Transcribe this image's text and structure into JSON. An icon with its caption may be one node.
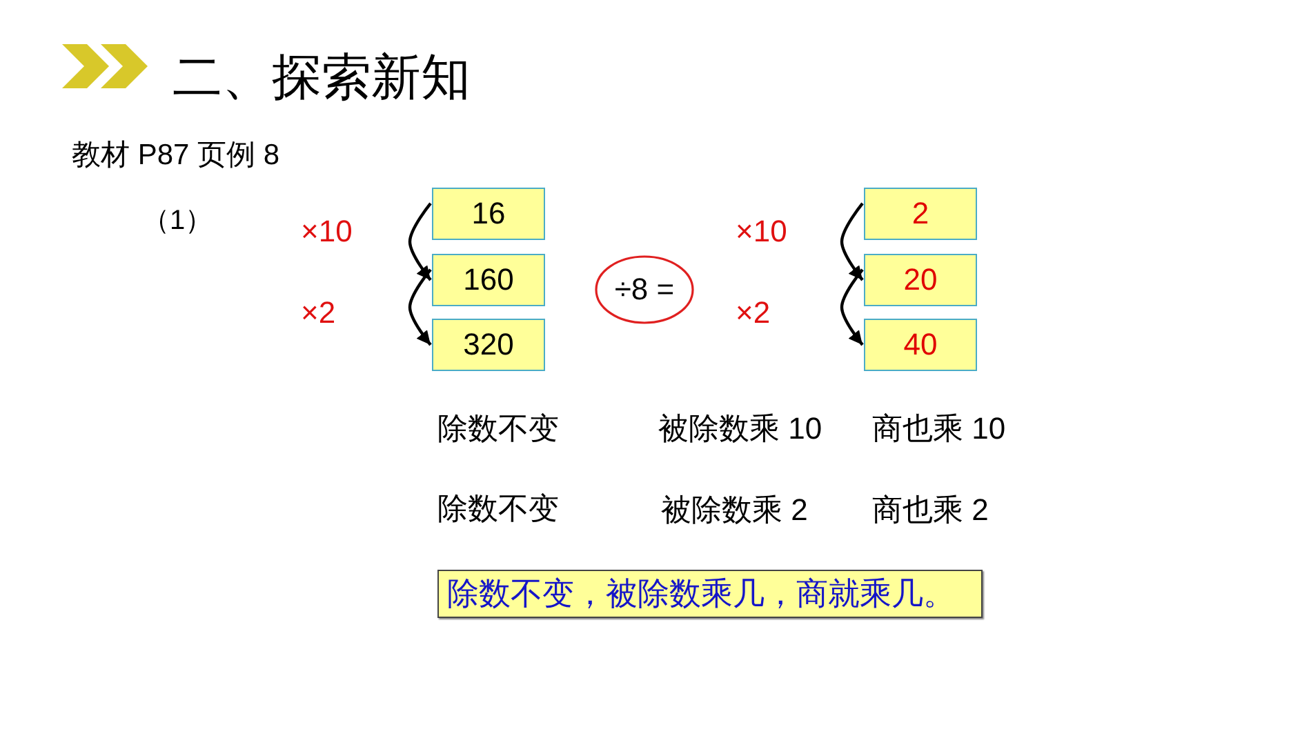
{
  "diagram": {
    "title": "二、探索新知",
    "nodes": [
      {
        "text": [
          "16"
        ]
      },
      {
        "text": [
          "160"
        ]
      },
      {
        "text": [
          "320"
        ]
      },
      {
        "text": [
          "÷8 ="
        ]
      },
      {
        "text": [
          "2"
        ]
      },
      {
        "text": [
          "20"
        ]
      },
      {
        "text": [
          "40"
        ]
      },
      {
        "text": [
          "除数不变，被除数乘几，商就乘几。"
        ]
      }
    ],
    "edges": [
      {
        "from": 0,
        "to": 1,
        "arrow": "to",
        "label": "×10"
      },
      {
        "from": 1,
        "to": 2,
        "arrow": "to",
        "label": "×2"
      },
      {
        "from": 4,
        "to": 5,
        "arrow": "to",
        "label": "×10"
      },
      {
        "from": 5,
        "to": 6,
        "arrow": "to",
        "label": "×2"
      }
    ],
    "labels": [
      "教材 P87 页例 8",
      "（1）",
      "除数不变",
      "被除数乘 10",
      "商也乘 10",
      "除数不变",
      "被除数乘 2",
      "商也乘 2"
    ]
  }
}
